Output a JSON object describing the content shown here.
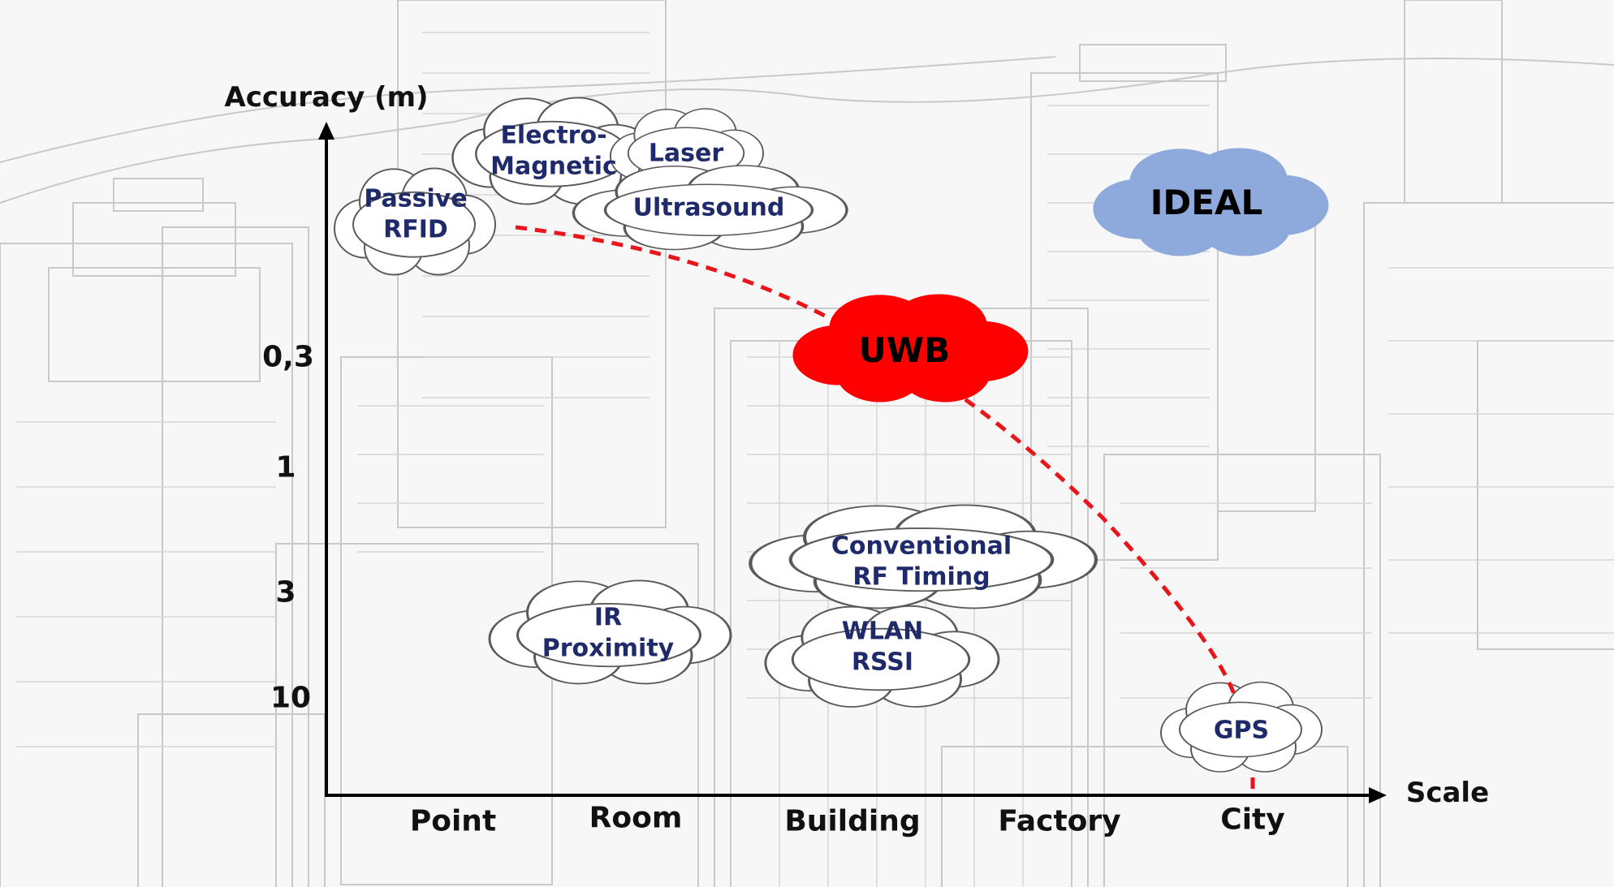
{
  "axes": {
    "y_title": "Accuracy (m)",
    "x_title": "Scale",
    "y_ticks": [
      "0,3",
      "1",
      "3",
      "10"
    ],
    "x_ticks": [
      "Point",
      "Room",
      "Building",
      "Factory",
      "City"
    ]
  },
  "clouds": {
    "passive_rfid": [
      "Passive",
      "RFID"
    ],
    "electromagnetic": [
      "Electro-",
      "Magnetic"
    ],
    "laser": [
      "Laser"
    ],
    "ultrasound": [
      "Ultrasound"
    ],
    "ideal": [
      "IDEAL"
    ],
    "uwb": [
      "UWB"
    ],
    "conventional_rf": [
      "Conventional",
      "RF Timing"
    ],
    "ir_proximity": [
      "IR",
      "Proximity"
    ],
    "wlan_rssi": [
      "WLAN",
      "RSSI"
    ],
    "gps": [
      "GPS"
    ]
  },
  "colors": {
    "axis": "#000000",
    "curve": "#e8161b",
    "uwb_fill": "#ff0000",
    "ideal_fill": "#8ea9db",
    "cloud_fill": "#ffffff",
    "cloud_text": "#1f2a6b"
  }
}
